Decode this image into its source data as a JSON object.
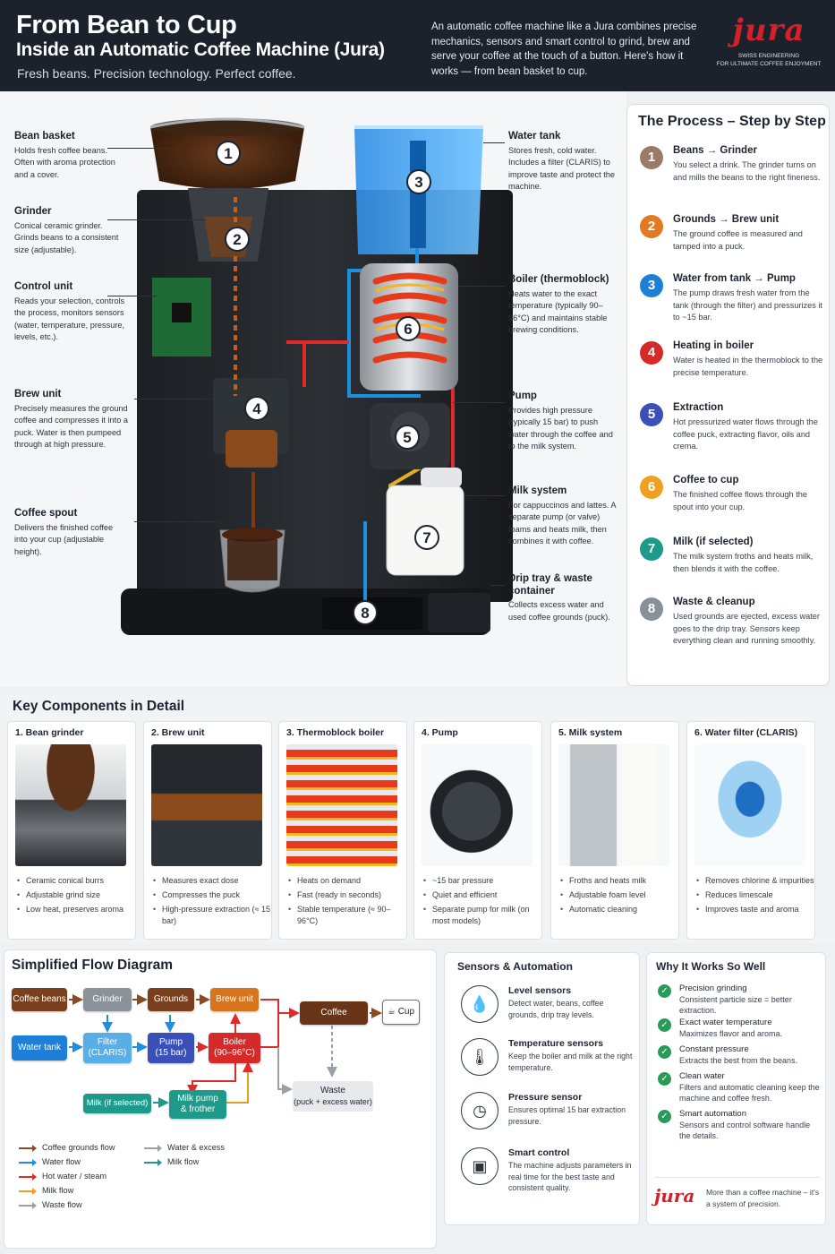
{
  "header": {
    "title": "From Bean to Cup",
    "subtitle": "Inside an Automatic Coffee Machine (Jura)",
    "tagline": "Fresh beans. Precision technology. Perfect coffee.",
    "description": "An automatic coffee machine like a Jura combines precise mechanics, sensors and smart control to grind, brew and serve your coffee at the touch of a button. Here's how it works — from bean basket to cup.",
    "logo_word": "jura",
    "logo_tagline_1": "SWISS ENGINEERING",
    "logo_tagline_2": "FOR ULTIMATE COFFEE ENJOYMENT"
  },
  "callouts": {
    "bean_basket": {
      "title": "Bean basket",
      "text": "Holds fresh coffee beans. Often with aroma protection and a cover."
    },
    "grinder": {
      "title": "Grinder",
      "text": "Conical ceramic grinder. Grinds beans to a consistent size (adjustable)."
    },
    "control_unit": {
      "title": "Control unit",
      "text": "Reads your selection, controls the process, monitors sensors (water, temperature, pressure, levels, etc.)."
    },
    "brew_unit": {
      "title": "Brew unit",
      "text": "Precisely measures the ground coffee and compresses it into a puck. Water is then pumpeed through at high pressure."
    },
    "coffee_spout": {
      "title": "Coffee spout",
      "text": "Delivers the finished coffee into your cup (adjustable height)."
    },
    "water_tank": {
      "title": "Water tank",
      "text": "Stores fresh, cold water. Includes a filter (CLARIS) to improve taste and protect the machine."
    },
    "boiler": {
      "title": "Boiler (thermoblock)",
      "text": "Heats water to the exact temperature (typically 90–96°C) and maintains stable brewing conditions."
    },
    "pump": {
      "title": "Pump",
      "text": "Provides high pressure (typically 15 bar) to push water through the coffee and to the milk system."
    },
    "milk_system": {
      "title": "Milk system",
      "text": "For cappuccinos and lattes. A separate pump (or valve) foams and heats milk, then combines it with coffee."
    },
    "drip_tray": {
      "title": "Drip tray & waste container",
      "text": "Collects excess water and used coffee grounds (puck)."
    }
  },
  "markers": [
    "1",
    "2",
    "3",
    "4",
    "5",
    "6",
    "7",
    "8"
  ],
  "process": {
    "title": "The Process – Step by Step",
    "steps": [
      {
        "num": "1",
        "title": "Beans → Grinder",
        "text": "You select a drink. The grinder turns on and mills the beans to the right fineness.",
        "color": "#9b7b68"
      },
      {
        "num": "2",
        "title": "Grounds → Brew unit",
        "text": "The ground coffee is measured and tamped into a puck.",
        "color": "#e07b22"
      },
      {
        "num": "3",
        "title": "Water from tank → Pump",
        "text": "The pump draws fresh water from the tank (through the filter) and pressurizes it to ~15 bar.",
        "color": "#1e7fd6"
      },
      {
        "num": "4",
        "title": "Heating in boiler",
        "text": "Water is heated in the thermoblock to the precise temperature.",
        "color": "#d62a2a"
      },
      {
        "num": "5",
        "title": "Extraction",
        "text": "Hot pressurized water flows through the coffee puck, extracting flavor, oils and crema.",
        "color": "#3b4fb8"
      },
      {
        "num": "6",
        "title": "Coffee to cup",
        "text": "The finished coffee flows through the spout into your cup.",
        "color": "#f0a020"
      },
      {
        "num": "7",
        "title": "Milk (if selected)",
        "text": "The milk system froths and heats milk, then blends it with the coffee.",
        "color": "#1e9a8a"
      },
      {
        "num": "8",
        "title": "Waste & cleanup",
        "text": "Used grounds are ejected, excess water goes to the drip tray. Sensors keep everything clean and running smoothly.",
        "color": "#8a9099"
      }
    ]
  },
  "components": {
    "title": "Key Components in Detail",
    "cards": [
      {
        "title": "1. Bean grinder",
        "bullets": [
          "Ceramic conical burrs",
          "Adjustable grind size",
          "Low heat, preserves aroma"
        ]
      },
      {
        "title": "2. Brew unit",
        "bullets": [
          "Measures exact dose",
          "Compresses the puck",
          "High-pressure extraction (≈ 15 bar)"
        ]
      },
      {
        "title": "3. Thermoblock boiler",
        "bullets": [
          "Heats on demand",
          "Fast (ready in seconds)",
          "Stable temperature (≈ 90–96°C)"
        ]
      },
      {
        "title": "4. Pump",
        "bullets": [
          "~15 bar pressure",
          "Quiet and efficient",
          "Separate pump for milk (on most models)"
        ]
      },
      {
        "title": "5. Milk system",
        "bullets": [
          "Froths and heats milk",
          "Adjustable foam level",
          "Automatic cleaning"
        ]
      },
      {
        "title": "6. Water filter (CLARIS)",
        "bullets": [
          "Removes chlorine & impurities",
          "Reduces limescale",
          "Improves taste and aroma"
        ]
      }
    ]
  },
  "flow": {
    "title": "Simplified Flow Diagram",
    "boxes": {
      "coffee_beans": "Coffee beans",
      "grinder": "Grinder",
      "grounds": "Grounds",
      "brew_unit": "Brew unit",
      "coffee": "Coffee",
      "cup": "Cup",
      "water_tank": "Water tank",
      "filter_1": "Filter",
      "filter_2": "(CLARIS)",
      "pump_1": "Pump",
      "pump_2": "(15 bar)",
      "boiler_1": "Boiler",
      "boiler_2": "(90–96°C)",
      "milk": "Milk (if selected)",
      "milk_pump_1": "Milk pump",
      "milk_pump_2": "& frother",
      "waste_1": "Waste",
      "waste_2": "(puck + excess water)"
    },
    "legend": [
      {
        "label": "Coffee grounds flow",
        "color": "#8b4a22"
      },
      {
        "label": "Water flow",
        "color": "#1e8fe0"
      },
      {
        "label": "Hot water / steam",
        "color": "#e02a2a"
      },
      {
        "label": "Milk flow",
        "color": "#f0a020"
      },
      {
        "label": "Waste flow",
        "color": "#9aa0a8"
      },
      {
        "label": "Water & excess",
        "color": "#9aa0a8"
      },
      {
        "label": "Milk flow",
        "color": "#1e9a8a"
      }
    ]
  },
  "sensors": {
    "title": "Sensors & Automation",
    "items": [
      {
        "icon": "water-drop-icon",
        "title": "Level sensors",
        "text": "Detect water, beans, coffee grounds, drip tray levels."
      },
      {
        "icon": "thermometer-icon",
        "title": "Temperature sensors",
        "text": "Keep the boiler and milk at the right temperature."
      },
      {
        "icon": "pressure-gauge-icon",
        "title": "Pressure sensor",
        "text": "Ensures optimal 15 bar extraction pressure."
      },
      {
        "icon": "chip-icon",
        "title": "Smart control",
        "text": "The machine adjusts parameters in real time for the best taste and consistent quality."
      }
    ]
  },
  "why": {
    "title": "Why It Works So Well",
    "items": [
      {
        "title": "Precision grinding",
        "text": "Consistent particle size = better extraction."
      },
      {
        "title": "Exact water temperature",
        "text": "Maximizes flavor and aroma."
      },
      {
        "title": "Constant pressure",
        "text": "Extracts the best from the beans."
      },
      {
        "title": "Clean water",
        "text": "Filters and automatic cleaning keep the machine and coffee fresh."
      },
      {
        "title": "Smart automation",
        "text": "Sensors and control software handle the details."
      }
    ],
    "footer_logo": "jura",
    "footer_text": "More than a coffee machine – it's a system of precision."
  }
}
